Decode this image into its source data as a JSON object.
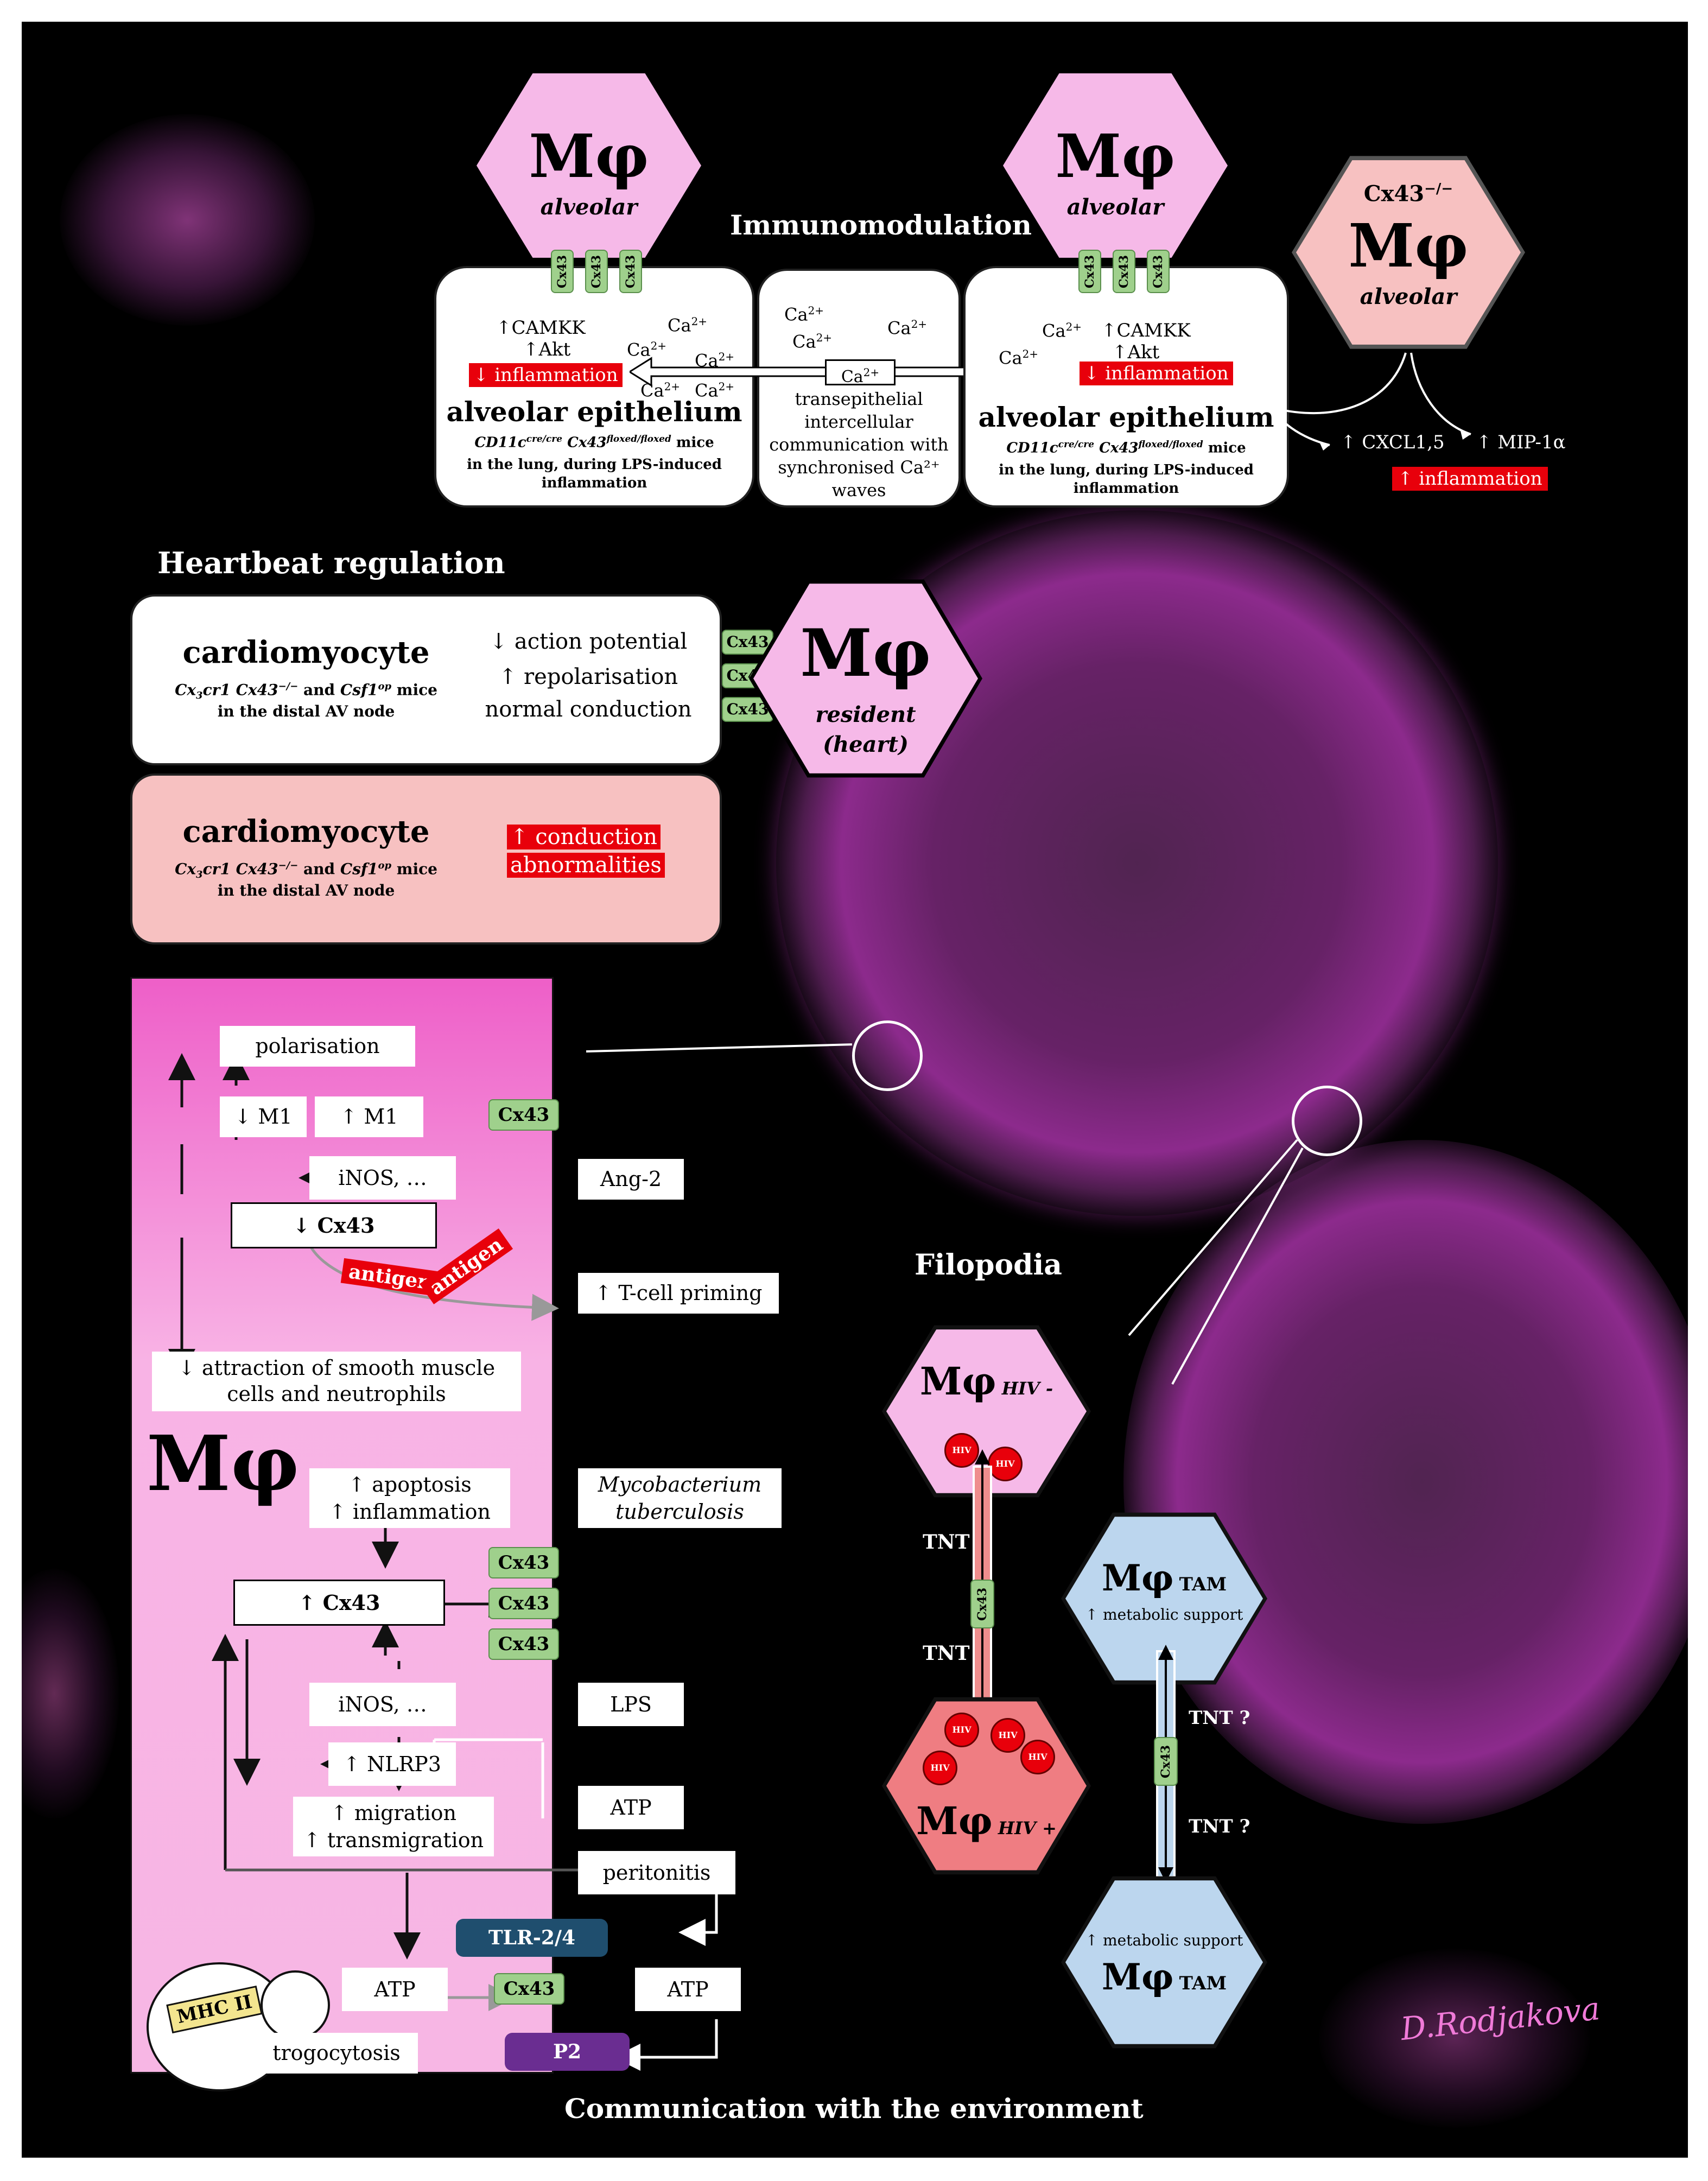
{
  "colors": {
    "background": "#000000",
    "macrophage_pink": "#f6b9e8",
    "cx43_green": "#9fd08c",
    "alert_red": "#e8000b",
    "tam_blue": "#bcd6ee",
    "hiv_pos_red": "#ef7d82",
    "tlr_blue": "#1f4e6e",
    "p2_purple": "#6a2d91"
  },
  "top": {
    "title": "Immunomodulation",
    "mphi": "Mφ",
    "alveolar": "alveolar",
    "cx43": "Cx43",
    "left_box": {
      "camkk": "↑CAMKK",
      "akt": "↑Akt",
      "inflammation": "↓ inflammation",
      "title": "alveolar epithelium",
      "mice_line1": "CD11c",
      "mice_sup1": "cre/cre",
      "mice_line2": " Cx43",
      "mice_sup2": "floxed/floxed",
      "mice_line3": " mice",
      "mice_line4": "in the lung, during LPS-induced inflammation"
    },
    "ca": "Ca",
    "ca_sup": "2+",
    "middle_box": {
      "ca_label": "Ca²⁺",
      "text": "transepithelial intercellular communication with synchronised Ca²⁺ waves"
    },
    "right_box": {
      "camkk": "↑CAMKK",
      "akt": "↑Akt",
      "inflammation": "↓ inflammation",
      "title": "alveolar epithelium",
      "mice_line4": "in the lung, during LPS-induced inflammation"
    },
    "knockout": {
      "label": "Cx43",
      "sup": "−/−",
      "mphi": "Mφ",
      "alveolar": "alveolar",
      "cxcl": "↑ CXCL1,5",
      "mip": "↑ MIP-1α",
      "inflammation": "↑ inflammation"
    }
  },
  "heart": {
    "title": "Heartbeat regulation",
    "box1": {
      "title": "cardiomyocyte",
      "mice_a": "Cx",
      "mice_a_sub": "3",
      "mice_b": "cr1 Cx43",
      "mice_b_sup": "−/−",
      "mice_c": " and ",
      "mice_d": "Csf1",
      "mice_d_sup": "op",
      "mice_e": " mice",
      "mice_f": "in the distal AV node",
      "e1": "↓ action potential",
      "e2": "↑ repolarisation",
      "e3": "normal conduction"
    },
    "box2": {
      "title": "cardiomyocyte",
      "effect1": "↑ conduction",
      "effect2": "abnormalities"
    },
    "cx43": "Cx43",
    "mphi": "Mφ",
    "resident": "resident",
    "heart": "(heart)"
  },
  "panel": {
    "mphi": "Mφ",
    "polarisation": "polarisation",
    "m1_down": "↓ M1",
    "m1_up": "↑ M1",
    "inos": "iNOS, …",
    "ang2": "Ang-2",
    "cx43_down": "↓ Cx43",
    "antigen": "antigen",
    "tcell": "↑ T-cell priming",
    "attraction": "↓ attraction of smooth muscle cells and neutrophils",
    "apoptosis": "↑ apoptosis",
    "inflammation": "↑ inflammation",
    "mtb1": "Mycobacterium",
    "mtb2": "tuberculosis",
    "cx43_up": "↑ Cx43",
    "cx43": "Cx43",
    "inos2": "iNOS, …",
    "lps": "LPS",
    "nlrp3": "↑ NLRP3",
    "atp_in": "ATP",
    "migration": "↑ migration",
    "transmigration": "↑ transmigration",
    "peritonitis": "peritonitis",
    "tlr": "TLR-2/4",
    "atp_left": "ATP",
    "atp_right": "ATP",
    "mhc": "MHC II",
    "trogocytosis": "trogocytosis",
    "p2": "P2",
    "footer": "Communication with the environment"
  },
  "filopodia": {
    "title": "Filopodia",
    "mphi": "Mφ",
    "hiv_neg": "HIV -",
    "hiv_pos": "HIV +",
    "hiv": "HIV",
    "tnt": "TNT",
    "tnt_q": "TNT ?",
    "cx43": "Cx43",
    "tam": "TAM",
    "metabolic": "↑ metabolic support"
  },
  "signature": "D.Rodjakova"
}
